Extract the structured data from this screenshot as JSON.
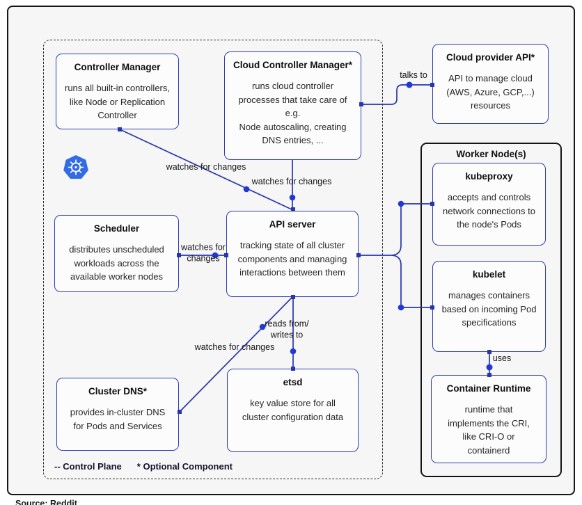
{
  "diagram": {
    "source_note": "Source: Reddit",
    "worker_group_title": "Worker Node(s)",
    "legend": {
      "control_plane": "-- Control Plane",
      "optional_component": "* Optional Component"
    },
    "boxes": {
      "controller_manager": {
        "title": "Controller Manager",
        "body": "runs all built-in controllers,\nlike Node or Replication\nController"
      },
      "cloud_controller_manager": {
        "title": "Cloud Controller Manager*",
        "body": "runs cloud controller\nprocesses that take care of\ne.g.\nNode autoscaling, creating\nDNS entries, ..."
      },
      "cloud_provider_api": {
        "title": "Cloud provider API*",
        "body": "API to manage cloud\n(AWS, Azure, GCP,...)\nresources"
      },
      "scheduler": {
        "title": "Scheduler",
        "body": "distributes unscheduled\nworkloads across the\navailable worker nodes"
      },
      "api_server": {
        "title": "API server",
        "body": "tracking state of all cluster\ncomponents and managing\ninteractions between them"
      },
      "cluster_dns": {
        "title": "Cluster DNS*",
        "body": "provides in-cluster DNS\nfor Pods and Services"
      },
      "etsd": {
        "title": "etsd",
        "body": "key value store for all\ncluster configuration data"
      },
      "kubeproxy": {
        "title": "kubeproxy",
        "body": "accepts and controls\nnetwork connections to\nthe node's Pods"
      },
      "kubelet": {
        "title": "kubelet",
        "body": "manages containers\nbased on incoming Pod\nspecifications"
      },
      "container_runtime": {
        "title": "Container Runtime",
        "body": "runtime that\nimplements the CRI,\nlike CRI-O or\ncontainerd"
      }
    },
    "edge_labels": {
      "talks_to": "talks to",
      "watches_cm": "watches for changes",
      "watches_ccm": "watches for changes",
      "watches_scheduler": "watches for\nchanges",
      "reads_writes": "reads from/\nwrites to",
      "watches_dns": "watches for changes",
      "uses": "uses"
    },
    "colors": {
      "line": "#2735ae",
      "dot": "#2138d6",
      "box_border": "#2e3cae",
      "kubernetes_blue": "#326ce5"
    }
  }
}
